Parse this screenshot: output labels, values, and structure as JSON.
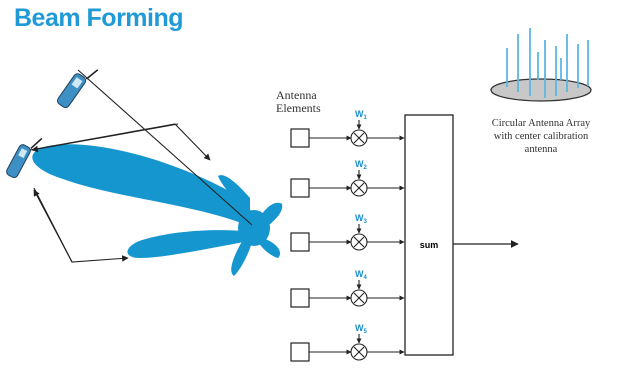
{
  "title": "Beam Forming",
  "labels": {
    "antenna_elements_line1": "Antenna",
    "antenna_elements_line2": "Elements",
    "sum": "sum",
    "array_caption_line1": "Circular Antenna Array",
    "array_caption_line2": "with center calibration",
    "array_caption_line3": "antenna"
  },
  "weights": [
    {
      "main": "W",
      "sub": "1"
    },
    {
      "main": "W",
      "sub": "2"
    },
    {
      "main": "W",
      "sub": "3"
    },
    {
      "main": "W",
      "sub": "4"
    },
    {
      "main": "W",
      "sub": "5"
    }
  ],
  "icons": {
    "multiplier": "circled-times-icon",
    "antenna_element": "square-box-icon",
    "phone": "mobile-phone-icon",
    "beam": "beam-lobe-icon",
    "array": "circular-antenna-array-icon"
  },
  "colors": {
    "title": "#1f9ad6",
    "beam": "#1596cf",
    "weight_label": "#1b8fc8",
    "array_rods": "#5bb8e4",
    "array_disc": "#c8c8c8",
    "line": "#222222"
  }
}
